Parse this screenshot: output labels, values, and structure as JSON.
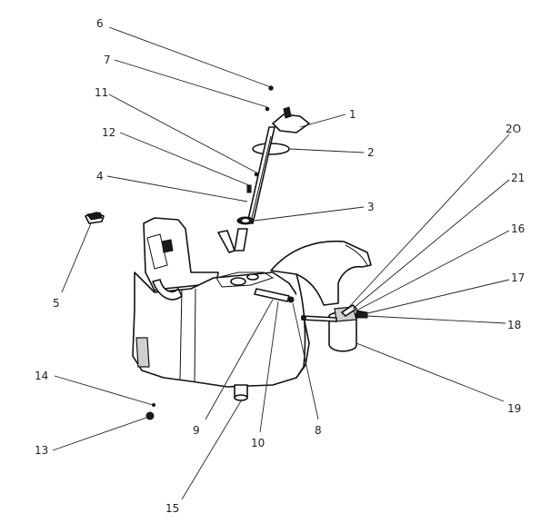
{
  "diagram": {
    "colors": {
      "ink": "#111111",
      "shade": "#cfcfcf",
      "paper": "#ffffff"
    },
    "callouts": [
      {
        "id": "1",
        "label": "1"
      },
      {
        "id": "2",
        "label": "2"
      },
      {
        "id": "3",
        "label": "3"
      },
      {
        "id": "4",
        "label": "4"
      },
      {
        "id": "5",
        "label": "5"
      },
      {
        "id": "6",
        "label": "6"
      },
      {
        "id": "7",
        "label": "7"
      },
      {
        "id": "8",
        "label": "8"
      },
      {
        "id": "9",
        "label": "9"
      },
      {
        "id": "10",
        "label": "10"
      },
      {
        "id": "11",
        "label": "11"
      },
      {
        "id": "12",
        "label": "12"
      },
      {
        "id": "13",
        "label": "13"
      },
      {
        "id": "14",
        "label": "14"
      },
      {
        "id": "15",
        "label": "15"
      },
      {
        "id": "16",
        "label": "16"
      },
      {
        "id": "17",
        "label": "17"
      },
      {
        "id": "18",
        "label": "18"
      },
      {
        "id": "19",
        "label": "19"
      },
      {
        "id": "20",
        "label": "2O"
      },
      {
        "id": "21",
        "label": "21"
      }
    ]
  }
}
